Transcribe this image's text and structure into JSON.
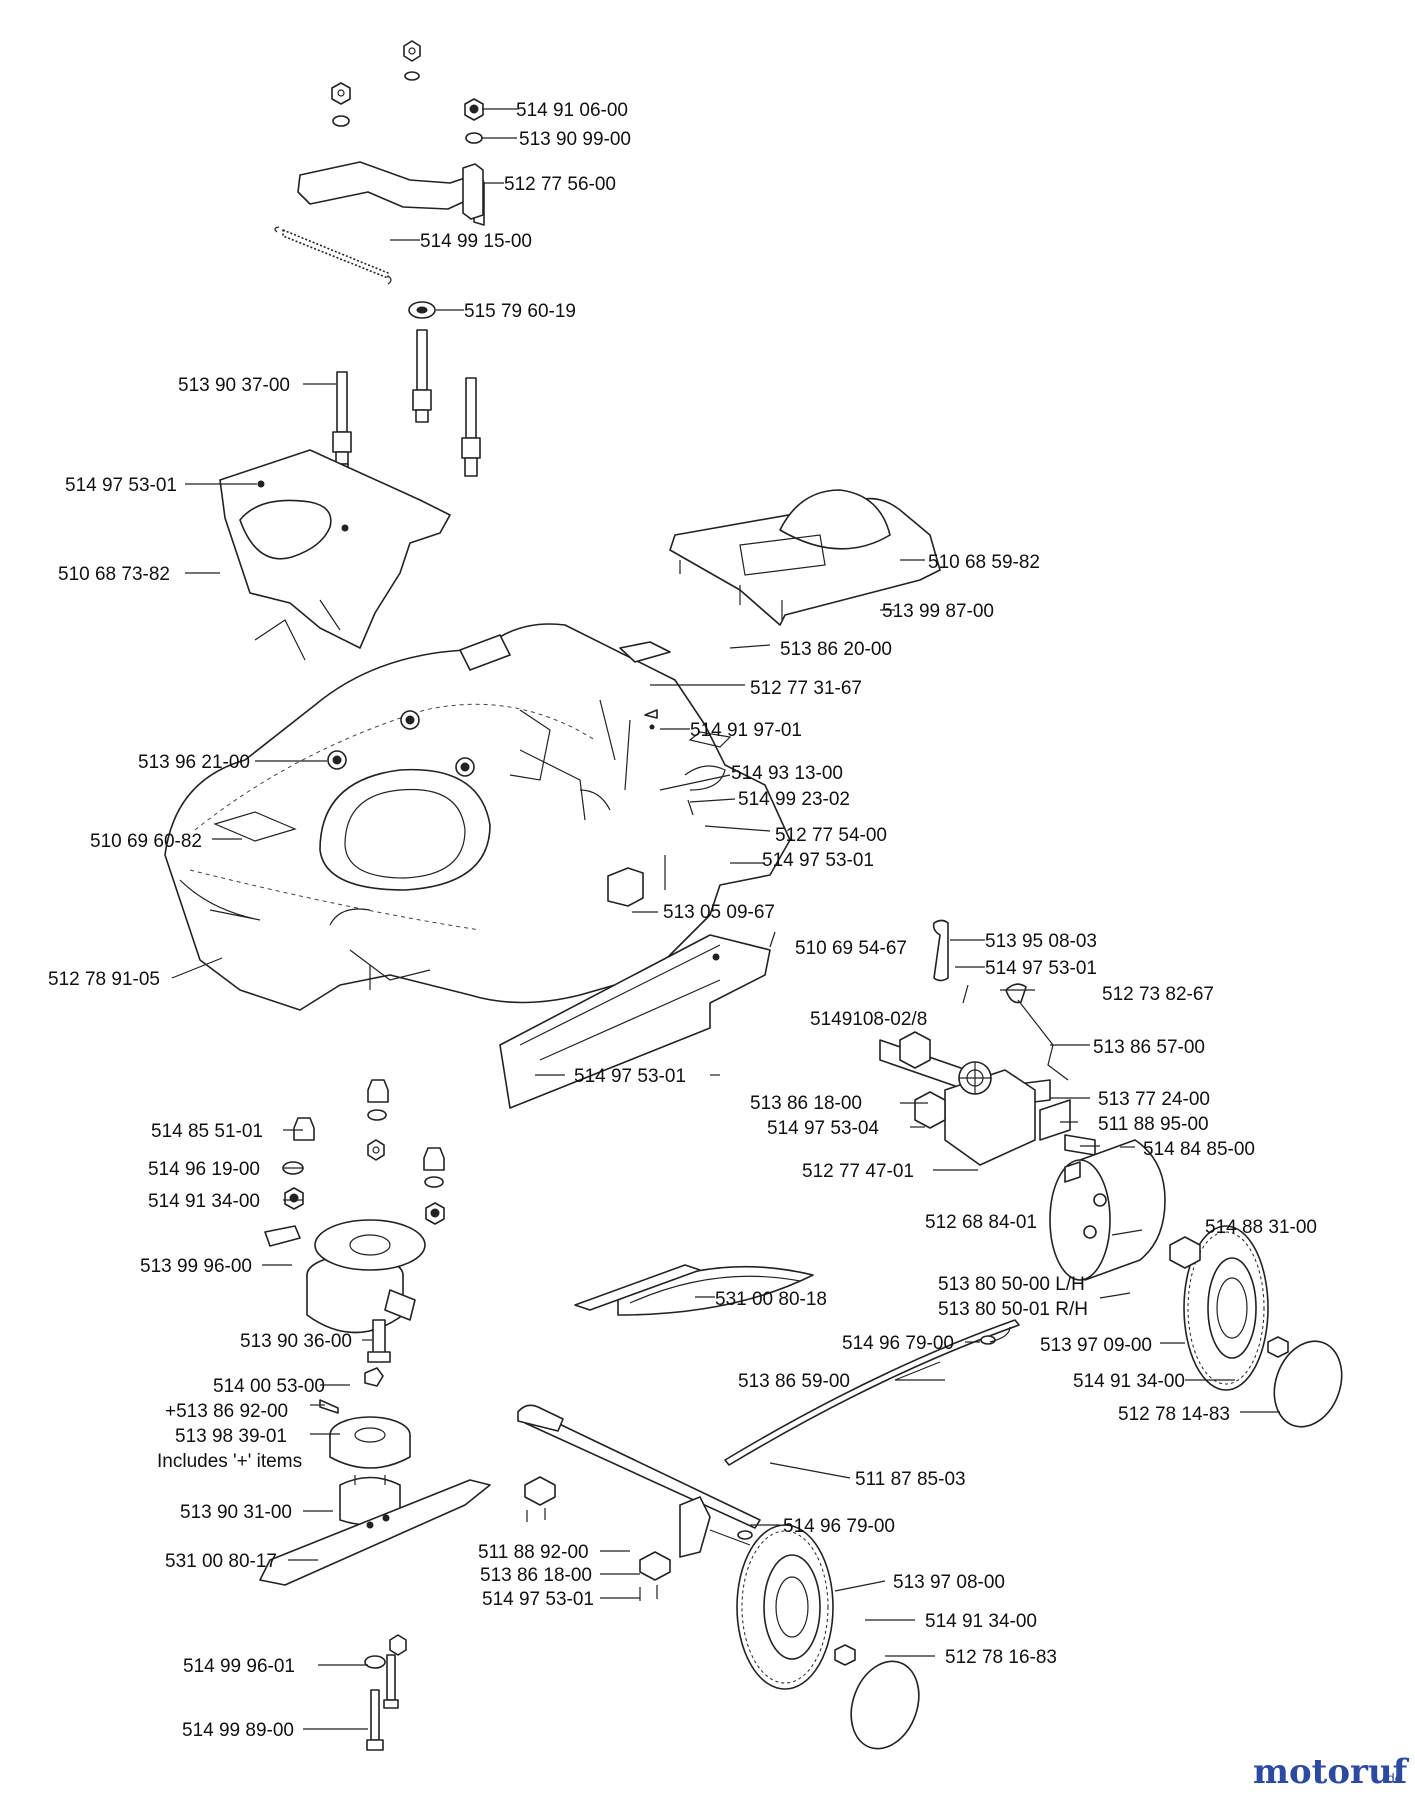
{
  "labels": [
    "514 91 06-00",
    "513 90 99-00",
    "512 77 56-00",
    "514 99 15-00",
    "515 79 60-19",
    "513 90 37-00",
    "514 97 53-01",
    "510 68 73-82",
    "510 68 59-82",
    "513 99 87-00",
    "513 86 20-00",
    "512 77 31-67",
    "514 91 97-01",
    "513 96 21-00",
    "514 93 13-00",
    "514 99 23-02",
    "510 69 60-82",
    "512 77 54-00",
    "514 97 53-01",
    "513 05 09-67",
    "512 78 91-05",
    "510 69 54-67",
    "513 95 08-03",
    "514 97 53-01",
    "512 73 82-67",
    "5149108-02/8",
    "513 86 57-00",
    "514 97 53-01",
    "513 86 18-00",
    "513 77 24-00",
    "514 97 53-04",
    "511 88 95-00",
    "514 84 85-00",
    "512 77 47-01",
    "514 85 51-01",
    "514 96 19-00",
    "514 91 34-00",
    "512 68 84-01",
    "514 88 31-00",
    "513 99 96-00",
    "513 80 50-00 L/H",
    "513 80 50-01 R/H",
    "531 00 80-18",
    "513 90 36-00",
    "514 96 79-00",
    "513 97 09-00",
    "514 00 53-00",
    "513 86 59-00",
    "514 91 34-00",
    "+513 86 92-00",
    "512 78 14-83",
    "513 98 39-01",
    "Includes '+' items",
    "511 87 85-03",
    "513 90 31-00",
    "514 96 79-00",
    "531 00 80-17",
    "511 88 92-00",
    "513 86 18-00",
    "513 97 08-00",
    "514 97 53-01",
    "514 91 34-00",
    "512 78 16-83",
    "514 99 96-01",
    "514 99 89-00"
  ],
  "logo": {
    "main": "motoruf",
    "suffix": ".de",
    "colors": [
      "#2b4aa0",
      "#d83a2a",
      "#f0a020"
    ]
  }
}
